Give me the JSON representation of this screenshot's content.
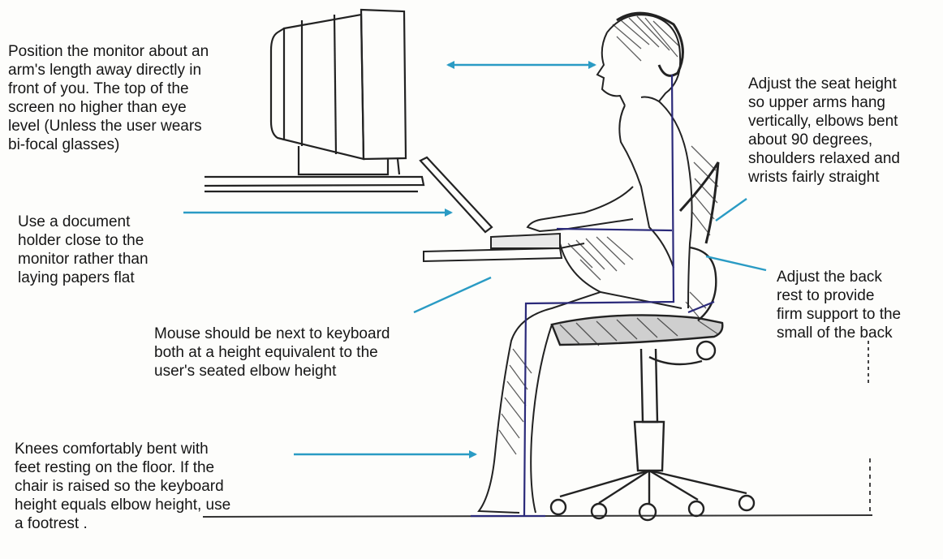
{
  "notes": {
    "monitor": "Position the monitor about an\narm's length away directly in\nfront of you.  The top of the\nscreen no higher than eye\nlevel (Unless the user wears\nbi-focal glasses)",
    "document_holder": "Use a document\nholder close to the\nmonitor rather than\nlaying papers flat",
    "mouse": "Mouse should be next to keyboard\nboth at a height equivalent to the\nuser's seated elbow height",
    "knees": "Knees comfortably bent with\nfeet resting on the floor.  If the\nchair is raised so the keyboard\nheight equals elbow height, use\na footrest .",
    "seat_height": "Adjust the seat height\nso upper arms hang\nvertically, elbows bent\nabout 90 degrees,\nshoulders relaxed and\nwrists fairly straight",
    "back_rest": "Adjust the back\nrest to provide\nfirm support to the\nsmall of the back"
  },
  "colors": {
    "arrow": "#2a9bc4",
    "posture_line": "#2b2a7a",
    "ink": "#1f1f1f"
  }
}
